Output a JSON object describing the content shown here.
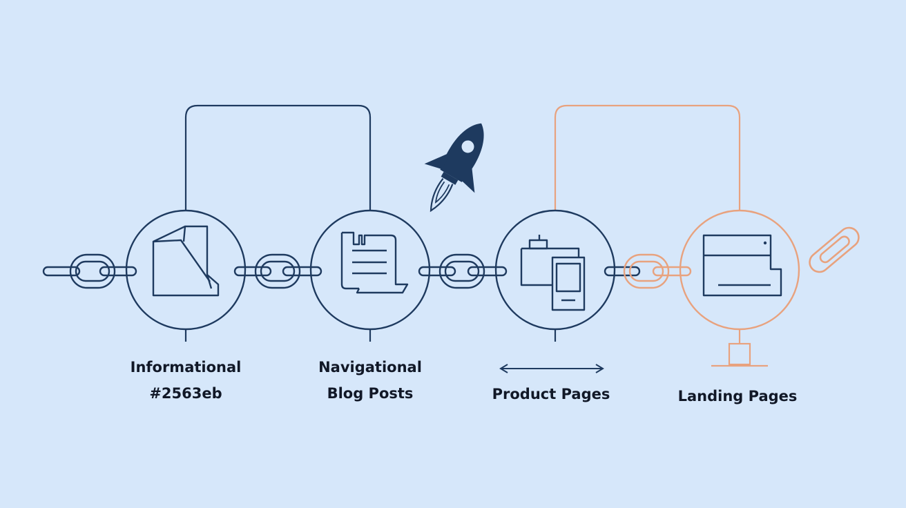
{
  "colors": {
    "background": "#d6e7fa",
    "navy": "#1e3a5f",
    "peach": "#e8a27e",
    "text": "#111827"
  },
  "nodes": [
    {
      "id": "informational",
      "icon": "folded-document-icon",
      "lines": [
        "Informational",
        "#2563eb"
      ],
      "color": "navy"
    },
    {
      "id": "navigational",
      "icon": "scroll-document-icon",
      "lines": [
        "Navigational",
        "Blog Posts"
      ],
      "color": "navy"
    },
    {
      "id": "product",
      "icon": "folder-devices-icon",
      "lines": [
        "Product Pages"
      ],
      "color": "navy"
    },
    {
      "id": "landing",
      "icon": "browser-window-icon",
      "lines": [
        "Landing Pages"
      ],
      "color": "peach"
    }
  ],
  "decorations": [
    "rocket-icon",
    "paperclip-link-icon",
    "double-arrow-icon"
  ]
}
